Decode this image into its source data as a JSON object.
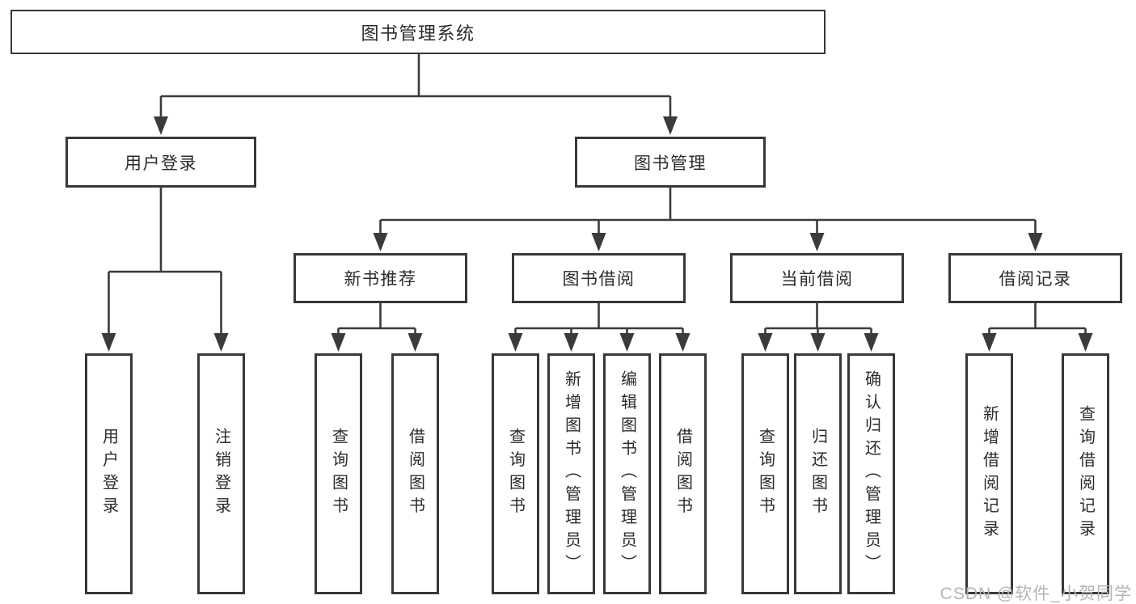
{
  "diagram": {
    "root": "图书管理系统",
    "level2": {
      "user_login": "用户登录",
      "book_mgmt": "图书管理"
    },
    "level3": {
      "new_books": "新书推荐",
      "book_borrow": "图书借阅",
      "current_borrow": "当前借阅",
      "borrow_records": "借阅记录"
    },
    "leaves": {
      "user_login": "用户登录",
      "logout": "注销登录",
      "nb_query": "查询图书",
      "nb_borrow": "借阅图书",
      "bb_query": "查询图书",
      "bb_add": "新增图书（管理员）",
      "bb_edit": "编辑图书（管理员）",
      "bb_borrow": "借阅图书",
      "cb_query": "查询图书",
      "cb_return": "归还图书",
      "cb_confirm": "确认归还（管理员）",
      "br_add": "新增借阅记录",
      "br_query": "查询借阅记录"
    },
    "hierarchy": {
      "图书管理系统": [
        "用户登录",
        "图书管理"
      ],
      "用户登录": [
        "用户登录",
        "注销登录"
      ],
      "图书管理": [
        "新书推荐",
        "图书借阅",
        "当前借阅",
        "借阅记录"
      ],
      "新书推荐": [
        "查询图书",
        "借阅图书"
      ],
      "图书借阅": [
        "查询图书",
        "新增图书（管理员）",
        "编辑图书（管理员）",
        "借阅图书"
      ],
      "当前借阅": [
        "查询图书",
        "归还图书",
        "确认归还（管理员）"
      ],
      "借阅记录": [
        "新增借阅记录",
        "查询借阅记录"
      ]
    }
  },
  "watermark": "CSDN @软件_小贺同学",
  "colors": {
    "line": "#3b3b3b",
    "box_border": "#383838",
    "text": "#2b2b2b",
    "watermark": "#b0b0b0",
    "background": "#ffffff"
  }
}
